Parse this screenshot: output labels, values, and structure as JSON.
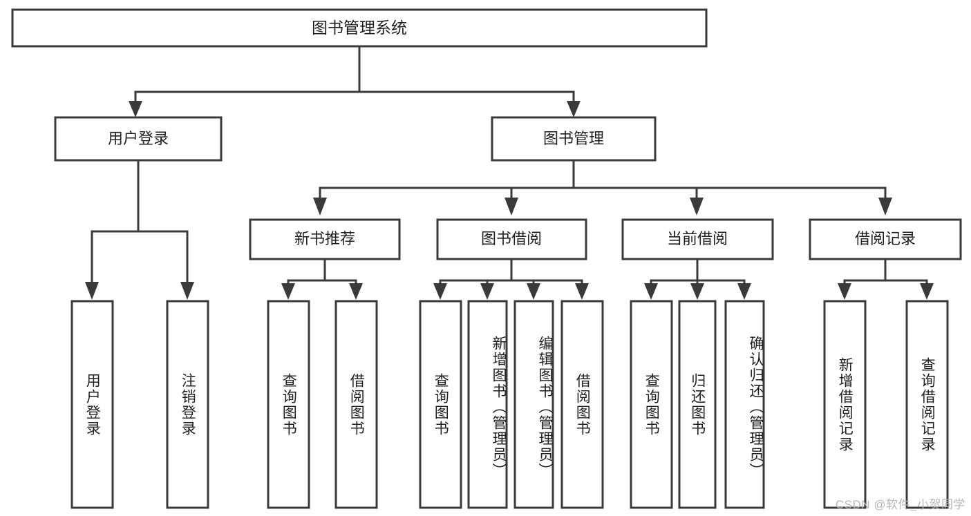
{
  "diagram": {
    "title": "图书管理系统",
    "type": "tree",
    "watermark": "CSDN @软件_小贺同学",
    "colors": {
      "stroke": "#3a3a3a",
      "fill": "#ffffff",
      "text": "#1f1f1f",
      "watermark": "#b8b8b8",
      "background": "#ffffff"
    },
    "levels": {
      "root": "图书管理系统",
      "level2": [
        "用户登录",
        "图书管理"
      ],
      "level3": [
        "新书推荐",
        "图书借阅",
        "当前借阅",
        "借阅记录"
      ]
    },
    "nodes": {
      "root": {
        "label": "图书管理系统"
      },
      "user_login": {
        "label": "用户登录"
      },
      "book_manage": {
        "label": "图书管理"
      },
      "new_book_rec": {
        "label": "新书推荐"
      },
      "book_borrow": {
        "label": "图书借阅"
      },
      "current_borrow": {
        "label": "当前借阅"
      },
      "borrow_record": {
        "label": "借阅记录"
      }
    },
    "leaves": {
      "user_login": [
        {
          "label": "用户登录"
        },
        {
          "label": "注销登录"
        }
      ],
      "new_book_rec": [
        {
          "label": "查询图书"
        },
        {
          "label": "借阅图书"
        }
      ],
      "book_borrow": [
        {
          "label": "查询图书"
        },
        {
          "label": "新增图书（管理员）"
        },
        {
          "label": "编辑图书（管理员）"
        },
        {
          "label": "借阅图书"
        }
      ],
      "current_borrow": [
        {
          "label": "查询图书"
        },
        {
          "label": "归还图书"
        },
        {
          "label": "确认归还（管理员）"
        }
      ],
      "borrow_record": [
        {
          "label": "新增借阅记录"
        },
        {
          "label": "查询借阅记录"
        }
      ]
    }
  }
}
